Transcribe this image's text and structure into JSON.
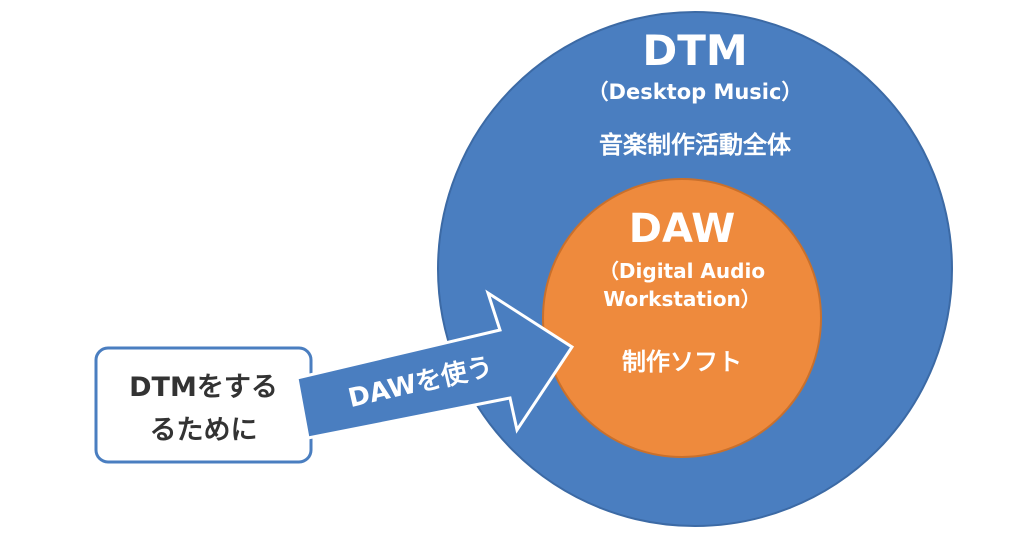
{
  "colors": {
    "outer": "#4a7ec0",
    "outer_border": "#3c6aa5",
    "inner": "#ee8a3d",
    "inner_border": "#c9702c",
    "box_border": "#4a7ec0",
    "text_dark": "#333333"
  },
  "outer": {
    "title": "DTM",
    "subtitle": "（Desktop Music）",
    "description": "音楽制作活動全体"
  },
  "inner": {
    "title": "DAW",
    "subtitle_line1": "（Digital Audio",
    "subtitle_line2": "Workstation）",
    "description": "制作ソフト"
  },
  "box": {
    "line1": "DTMをする",
    "line2": "るために"
  },
  "arrow": {
    "label": "DAWを使う"
  }
}
